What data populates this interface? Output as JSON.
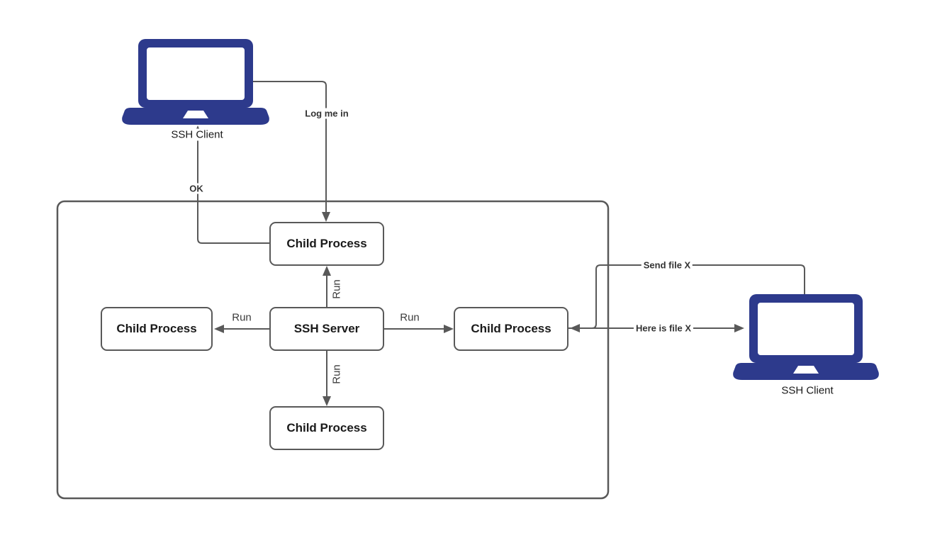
{
  "diagram_type": "ssh-architecture-diagram",
  "nodes": {
    "ssh_server": {
      "label": "SSH Server"
    },
    "child_top": {
      "label": "Child Process"
    },
    "child_left": {
      "label": "Child Process"
    },
    "child_right": {
      "label": "Child Process"
    },
    "child_bottom": {
      "label": "Child Process"
    },
    "client_left": {
      "label": "SSH Client"
    },
    "client_right": {
      "label": "SSH Client"
    }
  },
  "edges": {
    "login": {
      "label": "Log me in"
    },
    "ok": {
      "label": "OK"
    },
    "run_left": {
      "label": "Run"
    },
    "run_right": {
      "label": "Run"
    },
    "run_up": {
      "label": "Run"
    },
    "run_down": {
      "label": "Run"
    },
    "send_file": {
      "label": "Send file X"
    },
    "here_file": {
      "label": "Here is file X"
    }
  },
  "colors": {
    "laptop_fill": "#2d3a8c",
    "line_stroke": "#595959",
    "box_border": "#595959",
    "box_text": "#1a1a1a",
    "background": "#ffffff"
  }
}
